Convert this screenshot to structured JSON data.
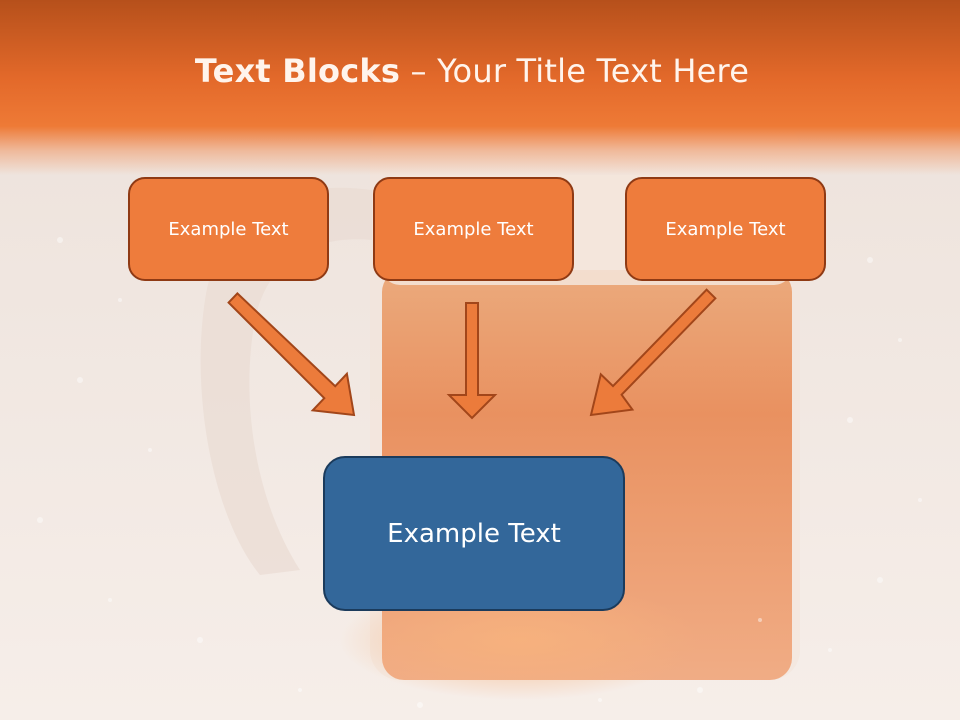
{
  "title": {
    "bold": "Text Blocks",
    "separator": " – ",
    "rest": "Your Title Text Here"
  },
  "blocks": {
    "left": "Example Text",
    "middle": "Example Text",
    "right": "Example Text",
    "bottom": "Example Text"
  },
  "colors": {
    "header": "#e3692a",
    "block_fill": "#ee7c3c",
    "block_border": "#8f3a14",
    "arrow_fill": "#ec7b3b",
    "arrow_stroke": "#a2461a",
    "target_fill": "#33679a",
    "target_border": "#1b3b5c"
  }
}
